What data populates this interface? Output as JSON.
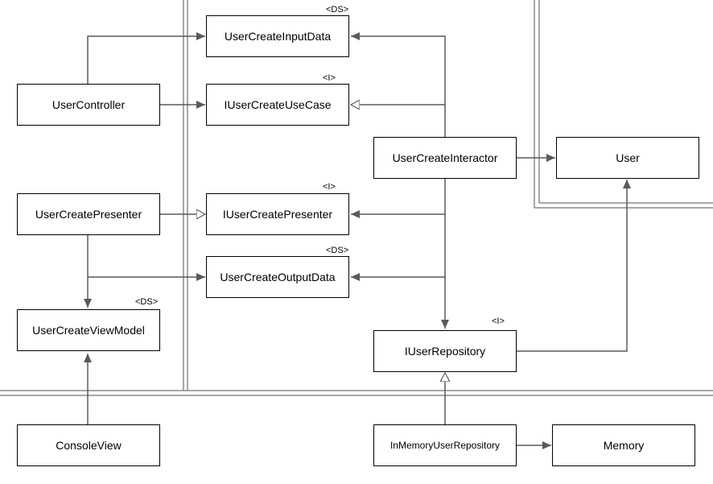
{
  "colors": {
    "line": "#5a5a5a",
    "boundary": "#8a8a8a",
    "box_border": "#000000",
    "background": "#ffffff"
  },
  "classes": {
    "user_create_input_data": {
      "label": "UserCreateInputData",
      "stereotype": "<DS>"
    },
    "i_user_create_use_case": {
      "label": "IUserCreateUseCase",
      "stereotype": "<I>"
    },
    "user_controller": {
      "label": "UserController"
    },
    "user_create_interactor": {
      "label": "UserCreateInteractor"
    },
    "user": {
      "label": "User"
    },
    "user_create_presenter": {
      "label": "UserCreatePresenter"
    },
    "i_user_create_presenter": {
      "label": "IUserCreatePresenter",
      "stereotype": "<I>"
    },
    "user_create_output_data": {
      "label": "UserCreateOutputData",
      "stereotype": "<DS>"
    },
    "user_create_view_model": {
      "label": "UserCreateViewModel",
      "stereotype": "<DS>"
    },
    "i_user_repository": {
      "label": "IUserRepository",
      "stereotype": "<I>"
    },
    "console_view": {
      "label": "ConsoleView"
    },
    "in_memory_user_repository": {
      "label": "InMemoryUserRepository"
    },
    "memory": {
      "label": "Memory"
    }
  },
  "relations": [
    {
      "from": "UserController",
      "to": "UserCreateInputData",
      "kind": "association"
    },
    {
      "from": "UserController",
      "to": "IUserCreateUseCase",
      "kind": "association"
    },
    {
      "from": "UserCreateInteractor",
      "to": "UserCreateInputData",
      "kind": "association"
    },
    {
      "from": "UserCreateInteractor",
      "to": "IUserCreateUseCase",
      "kind": "realization"
    },
    {
      "from": "UserCreateInteractor",
      "to": "User",
      "kind": "association"
    },
    {
      "from": "UserCreateInteractor",
      "to": "IUserCreatePresenter",
      "kind": "association"
    },
    {
      "from": "UserCreateInteractor",
      "to": "UserCreateOutputData",
      "kind": "association"
    },
    {
      "from": "UserCreateInteractor",
      "to": "IUserRepository",
      "kind": "association"
    },
    {
      "from": "UserCreatePresenter",
      "to": "IUserCreatePresenter",
      "kind": "realization"
    },
    {
      "from": "UserCreatePresenter",
      "to": "UserCreateOutputData",
      "kind": "association"
    },
    {
      "from": "UserCreatePresenter",
      "to": "UserCreateViewModel",
      "kind": "association"
    },
    {
      "from": "ConsoleView",
      "to": "UserCreateViewModel",
      "kind": "association"
    },
    {
      "from": "IUserRepository",
      "to": "User",
      "kind": "association"
    },
    {
      "from": "InMemoryUserRepository",
      "to": "IUserRepository",
      "kind": "realization"
    },
    {
      "from": "InMemoryUserRepository",
      "to": "Memory",
      "kind": "association"
    }
  ]
}
